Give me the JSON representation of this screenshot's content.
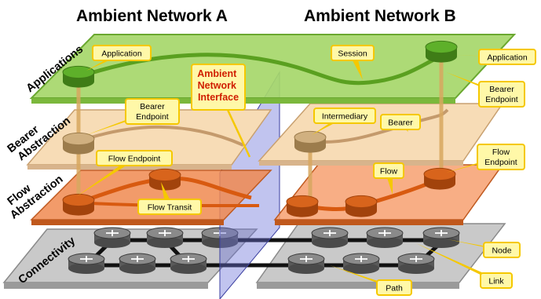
{
  "titles": {
    "network_a": "Ambient Network A",
    "network_b": "Ambient Network B"
  },
  "layers": {
    "applications": "Applications",
    "bearer_line1": "Bearer",
    "bearer_line2": "Abstraction",
    "flow_line1": "Flow",
    "flow_line2": "Abstraction",
    "connectivity": "Connectivity"
  },
  "interface_label": {
    "line1": "Ambient",
    "line2": "Network",
    "line3": "Interface"
  },
  "callouts": {
    "application_left": "Application",
    "session": "Session",
    "application_right": "Application",
    "bearer_endpoint_left_1": "Bearer",
    "bearer_endpoint_left_2": "Endpoint",
    "bearer_endpoint_right_1": "Bearer",
    "bearer_endpoint_right_2": "Endpoint",
    "intermediary": "Intermediary",
    "bearer": "Bearer",
    "flow_endpoint_left": "Flow Endpoint",
    "flow_endpoint_right_1": "Flow",
    "flow_endpoint_right_2": "Endpoint",
    "flow": "Flow",
    "flow_transit": "Flow Transit",
    "node": "Node",
    "link": "Link",
    "path": "Path"
  },
  "colors": {
    "applications_plane": "#a6d76a",
    "bearer_plane": "#f7dcb6",
    "flow_plane": "#f08a50",
    "connectivity_plane": "#c7c7c7",
    "interface_plane": "#6c73d8",
    "callout_fill": "#fff8a8",
    "callout_border": "#f5c800",
    "interface_text": "#d01e00"
  },
  "icons": [
    "router-node-icon",
    "endpoint-cylinder-icon"
  ]
}
